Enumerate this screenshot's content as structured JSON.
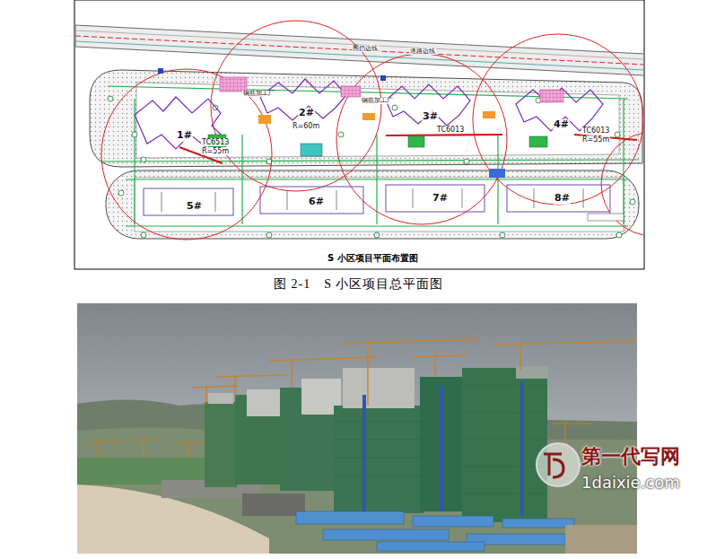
{
  "diagram": {
    "title": "S 小区项目平面布置图",
    "caption": "图 2-1　S 小区项目总平面图",
    "labels": [
      "围挡边线",
      "道路边线",
      "1#",
      "2#",
      "3#",
      "4#",
      "5#",
      "6#",
      "7#",
      "8#",
      "TC6513",
      "R=55m",
      "R=60m",
      "TC6013",
      "TC6013",
      "R=55m",
      "钢筋加工厂",
      "钢筋加工厂",
      "第一代写网",
      "1daixie.com"
    ]
  }
}
